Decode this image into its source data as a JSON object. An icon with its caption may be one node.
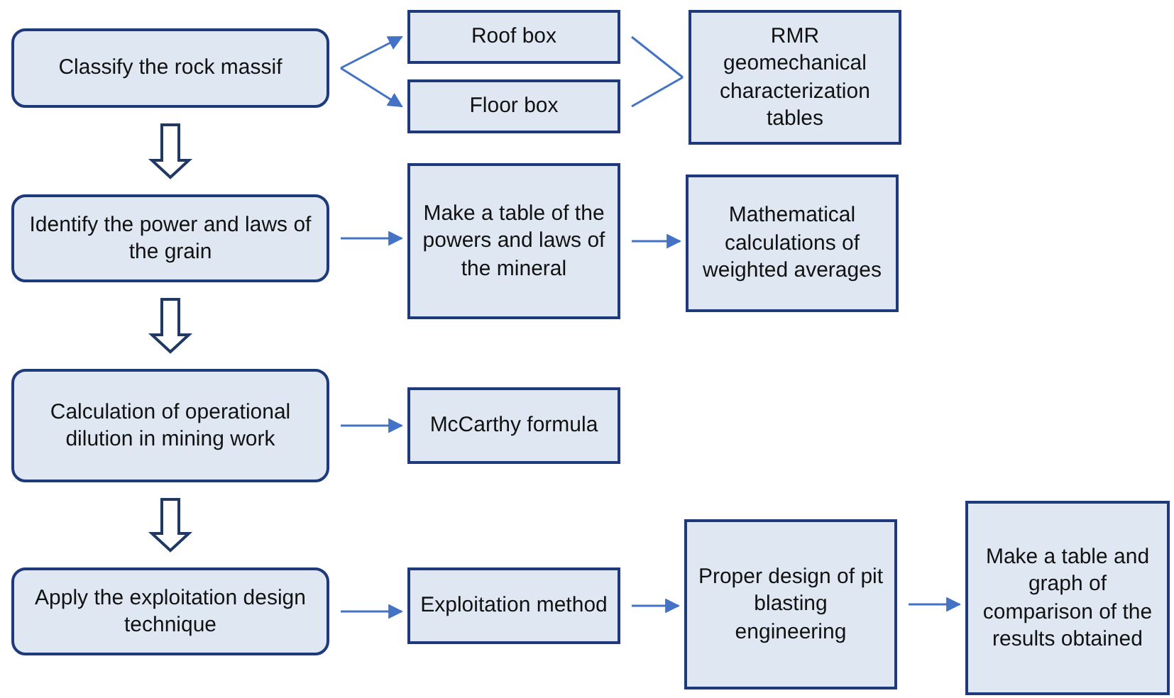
{
  "diagram": {
    "nodes": [
      {
        "text": [
          "Classify the rock massif"
        ]
      },
      {
        "text": [
          "Roof box"
        ]
      },
      {
        "text": [
          "Floor box"
        ]
      },
      {
        "text": [
          "RMR geomechanical characterization tables"
        ]
      },
      {
        "text": [
          "Identify the power and laws of the grain"
        ]
      },
      {
        "text": [
          "Make a table of the powers and laws of the mineral"
        ]
      },
      {
        "text": [
          "Mathematical calculations of weighted averages"
        ]
      },
      {
        "text": [
          "Calculation of operational dilution in mining work"
        ]
      },
      {
        "text": [
          "McCarthy formula"
        ]
      },
      {
        "text": [
          "Apply the exploitation design technique"
        ]
      },
      {
        "text": [
          "Exploitation method"
        ]
      },
      {
        "text": [
          "Proper design of pit blasting engineering"
        ]
      },
      {
        "text": [
          "Make a table and graph of comparison of the results obtained"
        ]
      }
    ],
    "edges": [
      {
        "from": 0,
        "to": 1,
        "arrow": "to"
      },
      {
        "from": 0,
        "to": 2,
        "arrow": "to"
      },
      {
        "from": 1,
        "to": 3,
        "arrow": "none"
      },
      {
        "from": 2,
        "to": 3,
        "arrow": "none"
      },
      {
        "from": 0,
        "to": 4,
        "arrow": "to",
        "style": "thick",
        "color": "#203864"
      },
      {
        "from": 4,
        "to": 5,
        "arrow": "to"
      },
      {
        "from": 5,
        "to": 6,
        "arrow": "to"
      },
      {
        "from": 4,
        "to": 7,
        "arrow": "to",
        "style": "thick",
        "color": "#203864"
      },
      {
        "from": 7,
        "to": 8,
        "arrow": "to"
      },
      {
        "from": 7,
        "to": 9,
        "arrow": "to",
        "style": "thick",
        "color": "#203864"
      },
      {
        "from": 9,
        "to": 10,
        "arrow": "to"
      },
      {
        "from": 10,
        "to": 11,
        "arrow": "to"
      },
      {
        "from": 11,
        "to": 12,
        "arrow": "to"
      }
    ]
  }
}
